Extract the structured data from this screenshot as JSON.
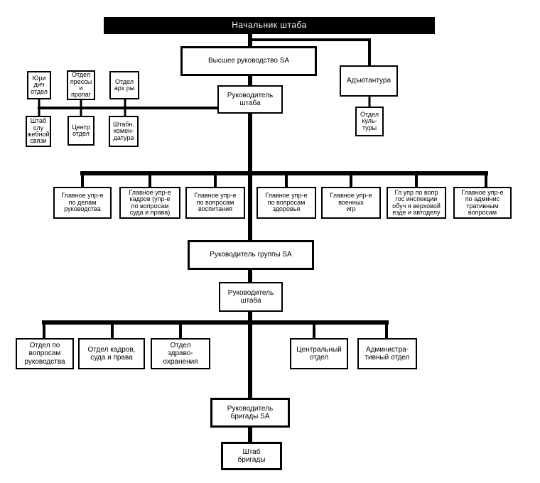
{
  "chart": {
    "head": "Начальник штаба",
    "top_leadership": "Высшее руководство SA",
    "adjutancy": "Адъютантура",
    "culture_dept": "Отдел\nкуль-\nтуры",
    "chief_of_staff_1": "Руководитель\nштаба",
    "legal_dept": "Юри\nдич\nотдел",
    "press_dept": "Отдел\nпрессы\nи\nпропаг",
    "archive_dept": "Отдел\nарх ры",
    "staff_comm": "Штаб\nслу\nжебной\nсвязи",
    "center_dept": "Центр\nотдел",
    "staff_commandant": "Штабн.\nкомен-\nдатура",
    "main_dirs": [
      "Главное упр-е\nпо делам\nруководства",
      "Главное упр-е\nкадров (упр-е\nпо вопросам\nсуда и права)",
      "Главное упр-е\nпо вопросам\nвоспитания",
      "Главное упр-е\nпо вопросам\nздоровья",
      "Главное упр-е\nвоенных\nигр",
      "Гл упр по вопр\nгос инспекции\nобуч я верховой\nезде и автоделу",
      "Главное упр-е\nпо админис\nтративным\nвопросам"
    ],
    "group_leader": "Руководитель группы SA",
    "chief_of_staff_2": "Руководитель\nштаба",
    "group_depts": [
      "Отдел по\nвопросам\nруководства",
      "Отдел кадров,\nсуда и права",
      "Отдел\nздраво-\nохранения",
      "Центральный\nотдел",
      "Администра-\nтивный отдел"
    ],
    "brigade_leader": "Руководитель\nбригады SA",
    "brigade_staff": "Штаб\nбригады"
  }
}
